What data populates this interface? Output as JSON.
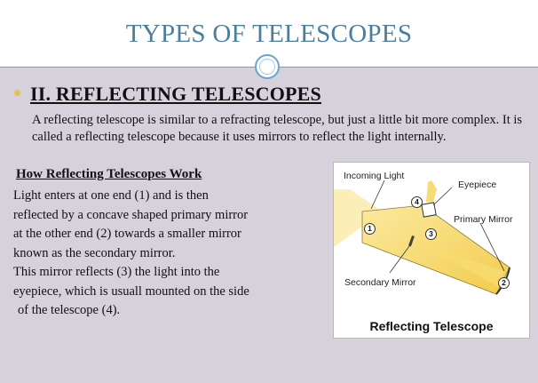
{
  "slide": {
    "title": "TYPES OF TELESCOPES",
    "heading": "II. REFLECTING TELESCOPES",
    "intro": "A reflecting telescope is similar to a refracting telescope, but just a little bit more complex. It is called a reflecting telescope because it uses mirrors to reflect the light internally.",
    "subheading": "How Reflecting Telescopes Work",
    "paragraph_lines": [
      "Light enters at one end (1) and is then",
      "reflected by a concave shaped primary mirror",
      "at the other end (2) towards a smaller mirror",
      "known as the secondary mirror.",
      "This mirror reflects (3) the light into the",
      "eyepiece, which is usuall mounted on the side",
      "of the telescope (4)."
    ]
  },
  "figure": {
    "caption": "Reflecting Telescope",
    "labels": {
      "incoming_light": "Incoming Light",
      "eyepiece": "Eyepiece",
      "primary_mirror": "Primary Mirror",
      "secondary_mirror": "Secondary Mirror"
    },
    "markers": [
      "1",
      "2",
      "3",
      "4"
    ]
  },
  "colors": {
    "title": "#4a7f9c",
    "body_background": "#d6d1da",
    "bullet": "#e8c24a",
    "light_beam": "#f5d35a"
  }
}
